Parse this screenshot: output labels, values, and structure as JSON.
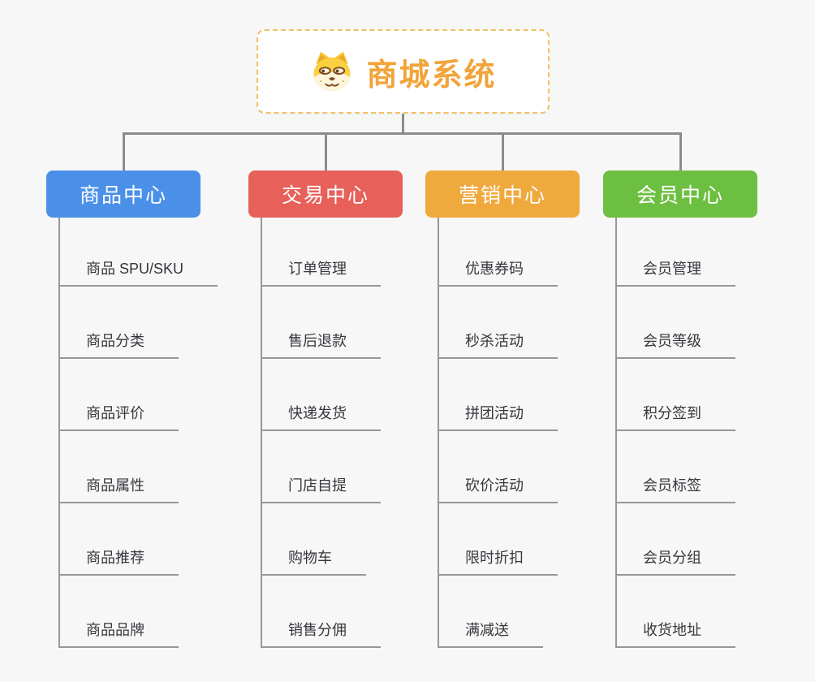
{
  "root": {
    "title": "商城系统",
    "icon": "dog-face-icon",
    "text_color": "#f2a43a",
    "border_color": "#f3c06a"
  },
  "branches": [
    {
      "label": "商品中心",
      "color": "#4a90e8",
      "children": [
        "商品 SPU/SKU",
        "商品分类",
        "商品评价",
        "商品属性",
        "商品推荐",
        "商品品牌"
      ]
    },
    {
      "label": "交易中心",
      "color": "#e7605a",
      "children": [
        "订单管理",
        "售后退款",
        "快递发货",
        "门店自提",
        "购物车",
        "销售分佣"
      ]
    },
    {
      "label": "营销中心",
      "color": "#efa93d",
      "children": [
        "优惠券码",
        "秒杀活动",
        "拼团活动",
        "砍价活动",
        "限时折扣",
        "满减送"
      ]
    },
    {
      "label": "会员中心",
      "color": "#6cbf40",
      "children": [
        "会员管理",
        "会员等级",
        "积分签到",
        "会员标签",
        "会员分组",
        "收货地址"
      ]
    }
  ],
  "colors": {
    "background": "#f7f7f7",
    "connector": "#8c8c8c",
    "leaf_line": "#979797",
    "leaf_text": "#35373c",
    "branch_text": "#ffffff"
  }
}
